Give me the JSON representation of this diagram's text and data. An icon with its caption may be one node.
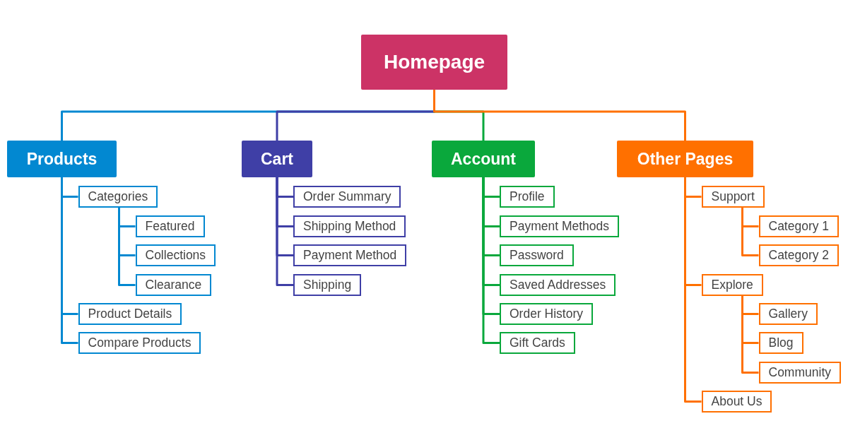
{
  "diagram": {
    "nodes": [
      {
        "text": [
          "Homepage"
        ]
      },
      {
        "text": [
          "Products"
        ]
      },
      {
        "text": [
          "Categories"
        ]
      },
      {
        "text": [
          "Featured"
        ]
      },
      {
        "text": [
          "Collections"
        ]
      },
      {
        "text": [
          "Clearance"
        ]
      },
      {
        "text": [
          "Product Details"
        ]
      },
      {
        "text": [
          "Compare Products"
        ]
      },
      {
        "text": [
          "Cart"
        ]
      },
      {
        "text": [
          "Order Summary"
        ]
      },
      {
        "text": [
          "Shipping Method"
        ]
      },
      {
        "text": [
          "Payment Method"
        ]
      },
      {
        "text": [
          "Shipping"
        ]
      },
      {
        "text": [
          "Account"
        ]
      },
      {
        "text": [
          "Profile"
        ]
      },
      {
        "text": [
          "Payment Methods"
        ]
      },
      {
        "text": [
          "Password"
        ]
      },
      {
        "text": [
          "Saved Addresses"
        ]
      },
      {
        "text": [
          "Order History"
        ]
      },
      {
        "text": [
          "Gift Cards"
        ]
      },
      {
        "text": [
          "Other Pages"
        ]
      },
      {
        "text": [
          "Support"
        ]
      },
      {
        "text": [
          "Category 1"
        ]
      },
      {
        "text": [
          "Category 2"
        ]
      },
      {
        "text": [
          "Explore"
        ]
      },
      {
        "text": [
          "Gallery"
        ]
      },
      {
        "text": [
          "Blog"
        ]
      },
      {
        "text": [
          "Community"
        ]
      },
      {
        "text": [
          "About Us"
        ]
      }
    ],
    "edges": [
      {
        "from": 0,
        "to": 1,
        "arrow": "none",
        "color": "#0288d1"
      },
      {
        "from": 1,
        "to": 2,
        "arrow": "none",
        "color": "#0288d1"
      },
      {
        "from": 2,
        "to": 3,
        "arrow": "none",
        "color": "#0288d1"
      },
      {
        "from": 2,
        "to": 4,
        "arrow": "none",
        "color": "#0288d1"
      },
      {
        "from": 2,
        "to": 5,
        "arrow": "none",
        "color": "#0288d1"
      },
      {
        "from": 1,
        "to": 6,
        "arrow": "none",
        "color": "#0288d1"
      },
      {
        "from": 1,
        "to": 7,
        "arrow": "none",
        "color": "#0288d1"
      },
      {
        "from": 0,
        "to": 8,
        "arrow": "none",
        "color": "#3f3fa6"
      },
      {
        "from": 8,
        "to": 9,
        "arrow": "none",
        "color": "#3f3fa6"
      },
      {
        "from": 8,
        "to": 10,
        "arrow": "none",
        "color": "#3f3fa6"
      },
      {
        "from": 8,
        "to": 11,
        "arrow": "none",
        "color": "#3f3fa6"
      },
      {
        "from": 8,
        "to": 12,
        "arrow": "none",
        "color": "#3f3fa6"
      },
      {
        "from": 0,
        "to": 13,
        "arrow": "none",
        "color": "#0aa83c"
      },
      {
        "from": 13,
        "to": 14,
        "arrow": "none",
        "color": "#0aa83c"
      },
      {
        "from": 13,
        "to": 15,
        "arrow": "none",
        "color": "#0aa83c"
      },
      {
        "from": 13,
        "to": 16,
        "arrow": "none",
        "color": "#0aa83c"
      },
      {
        "from": 13,
        "to": 17,
        "arrow": "none",
        "color": "#0aa83c"
      },
      {
        "from": 13,
        "to": 18,
        "arrow": "none",
        "color": "#0aa83c"
      },
      {
        "from": 13,
        "to": 19,
        "arrow": "none",
        "color": "#0aa83c"
      },
      {
        "from": 0,
        "to": 20,
        "arrow": "none"
      },
      {
        "from": 20,
        "to": 21,
        "arrow": "none"
      },
      {
        "from": 21,
        "to": 22,
        "arrow": "none"
      },
      {
        "from": 21,
        "to": 23,
        "arrow": "none"
      },
      {
        "from": 20,
        "to": 24,
        "arrow": "none"
      },
      {
        "from": 24,
        "to": 25,
        "arrow": "none"
      },
      {
        "from": 24,
        "to": 26,
        "arrow": "none"
      },
      {
        "from": 24,
        "to": 27,
        "arrow": "none"
      },
      {
        "from": 20,
        "to": 28,
        "arrow": "none"
      }
    ]
  }
}
